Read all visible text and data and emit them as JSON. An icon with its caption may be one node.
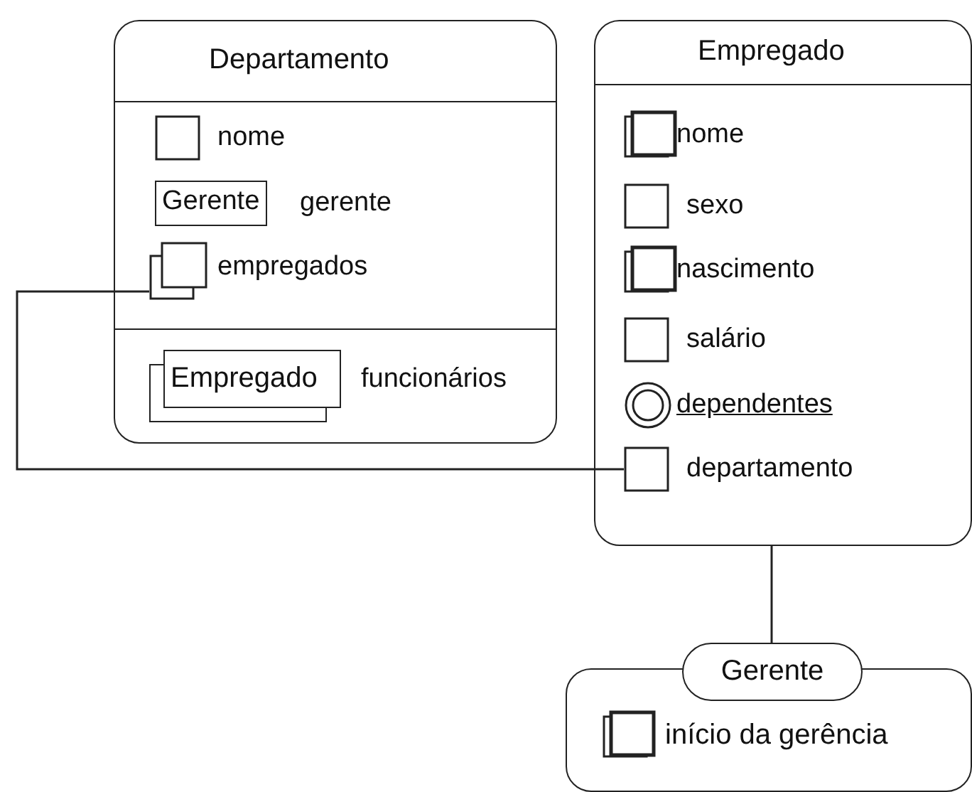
{
  "diagram": {
    "nodes": [
      {
        "text": [
          "Departamento"
        ]
      },
      {
        "text": [
          "nome"
        ],
        "in": 0
      },
      {
        "text": [
          "Gerente"
        ],
        "beside": [
          "gerente"
        ],
        "in": 0
      },
      {
        "text": [
          "empregados"
        ],
        "in": 0
      },
      {
        "text": [
          "Empregado"
        ],
        "beside": [
          "funcionários"
        ],
        "in": 0
      },
      {
        "text": [
          "Empregado"
        ]
      },
      {
        "text": [
          "nome"
        ],
        "in": 5
      },
      {
        "text": [
          "sexo"
        ],
        "in": 5
      },
      {
        "text": [
          "nascimento"
        ],
        "in": 5
      },
      {
        "text": [
          "salário"
        ],
        "in": 5
      },
      {
        "text": [
          "dependentes"
        ],
        "in": 5
      },
      {
        "text": [
          "departamento"
        ],
        "in": 5
      },
      {
        "text": [
          "Gerente",
          "início da gerência"
        ]
      }
    ],
    "edges": [
      {
        "from": 3,
        "to": 11,
        "arrow": "none"
      },
      {
        "from": 5,
        "to": 12,
        "arrow": "none"
      }
    ]
  }
}
